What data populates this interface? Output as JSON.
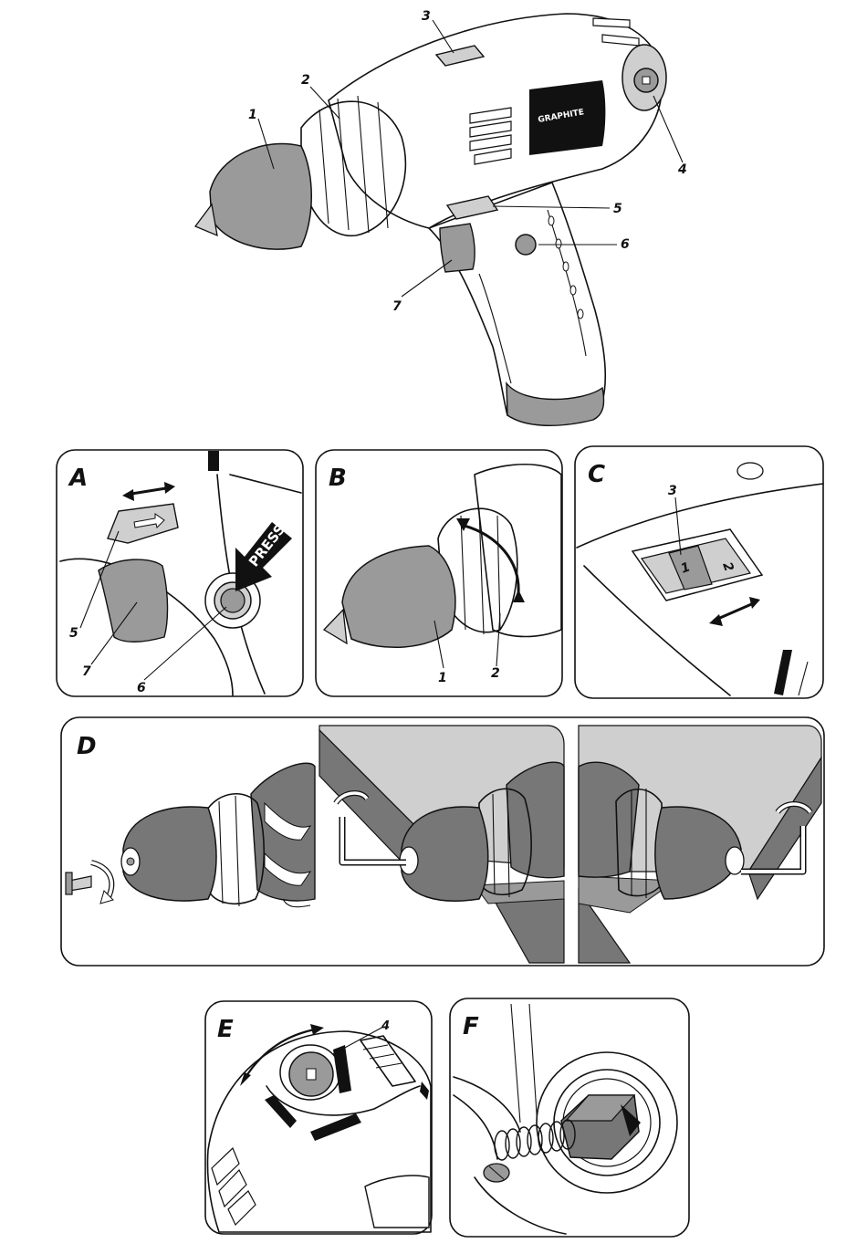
{
  "brand_label": "GRAPHITE",
  "main_callouts": [
    "1",
    "2",
    "3",
    "4",
    "5",
    "6",
    "7"
  ],
  "panels": [
    {
      "letter": "A",
      "callouts": [
        "5",
        "7",
        "6"
      ],
      "text": "PRESS"
    },
    {
      "letter": "B",
      "callouts": [
        "1",
        "2"
      ]
    },
    {
      "letter": "C",
      "callouts": [
        "3"
      ],
      "switch_digits": [
        "1",
        "2"
      ]
    },
    {
      "letter": "D"
    },
    {
      "letter": "E",
      "callouts": [
        "4"
      ]
    },
    {
      "letter": "F"
    }
  ],
  "colors": {
    "shade_light": "#cfcfcf",
    "shade_mid": "#9a9a9a",
    "shade_dark": "#777777",
    "ink": "#111111"
  }
}
